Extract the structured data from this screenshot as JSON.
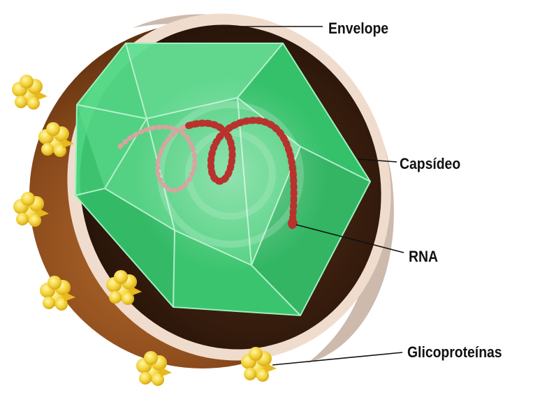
{
  "labels": {
    "envelope": "Envelope",
    "capsid": "Capsídeo",
    "rna": "RNA",
    "glycoproteins": "Glicoproteínas"
  },
  "colors": {
    "envelope_outer": "#8a4a1c",
    "envelope_inner": "#2a1508",
    "envelope_rim": "#f0dccd",
    "capsid": "#3fd27a",
    "rna": "#b8322e",
    "glycoprotein": "#f3d23a"
  }
}
